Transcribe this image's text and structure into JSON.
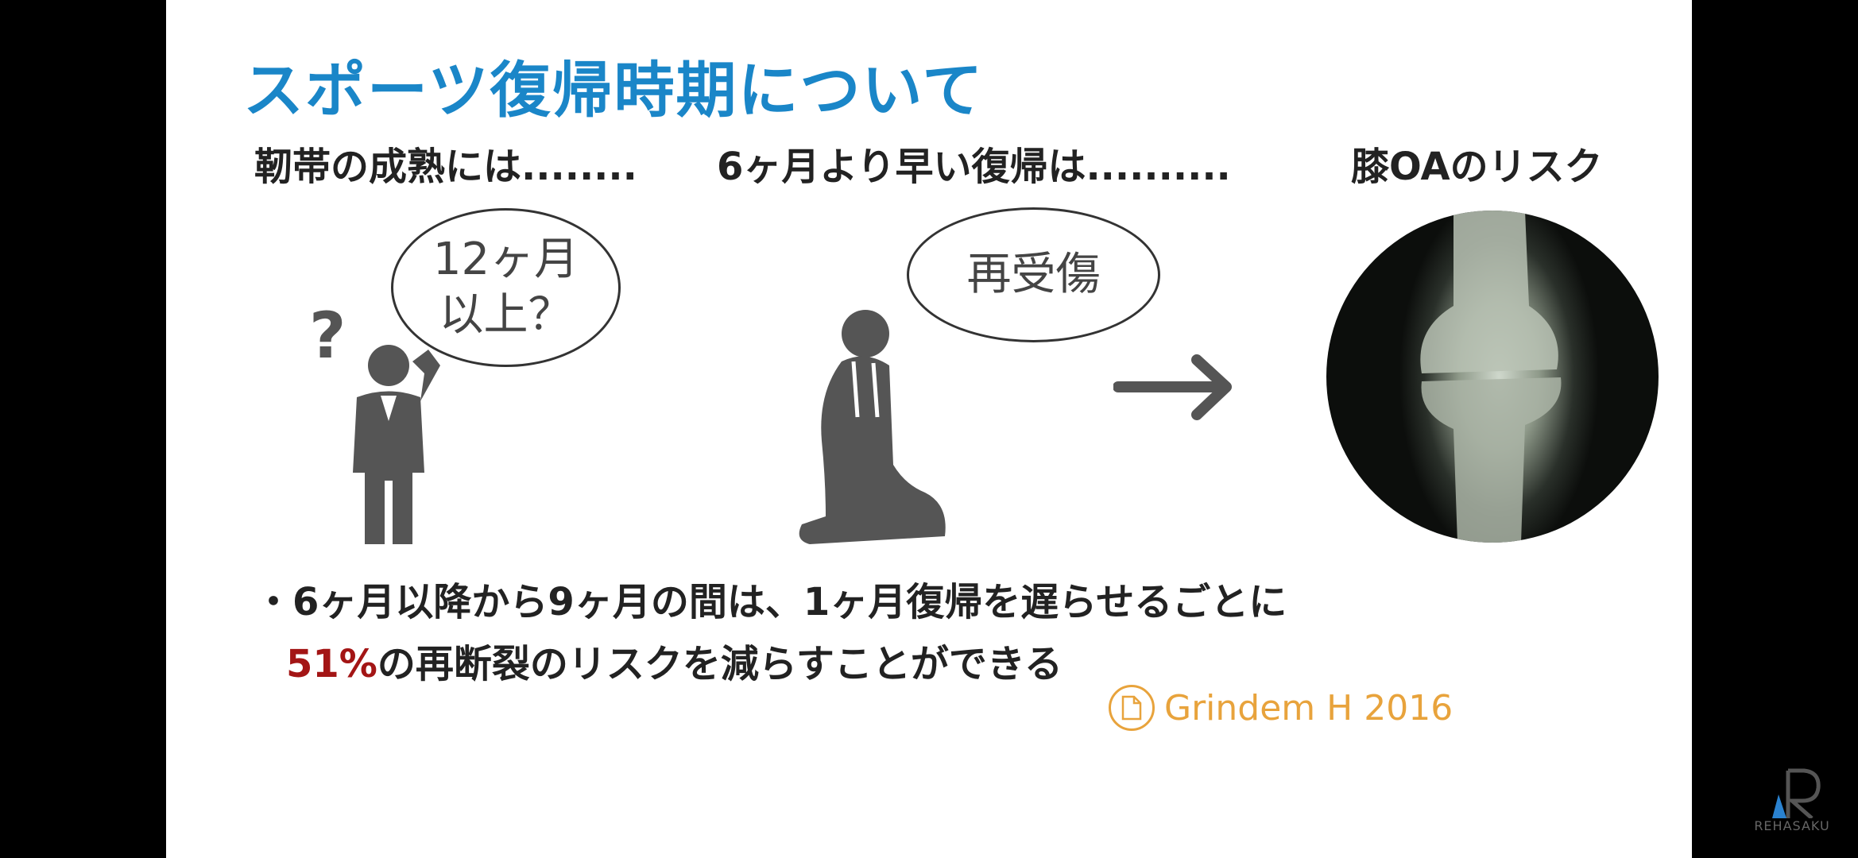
{
  "slide": {
    "title": "スポーツ復帰時期について",
    "columns": [
      {
        "heading": "靭帯の成熟には........",
        "bubble_line1": "12ヶ月",
        "bubble_line2": "以上？"
      },
      {
        "heading": "6ヶ月より早い復帰は..........",
        "bubble_text": "再受傷"
      },
      {
        "heading": "膝OAのリスク"
      }
    ],
    "bullet": {
      "marker": "・",
      "line1": "6ヶ月以降から9ヶ月の間は、1ヶ月復帰を遅らせるごとに",
      "highlight": "51%",
      "line2_rest": "の再断裂のリスクを減らすことができる"
    },
    "citation": "Grindem H 2016"
  },
  "logo": {
    "text": "REHASAKU"
  },
  "colors": {
    "title": "#1a86c8",
    "highlight": "#a31515",
    "citation": "#e8a33c",
    "figure": "#555555"
  }
}
